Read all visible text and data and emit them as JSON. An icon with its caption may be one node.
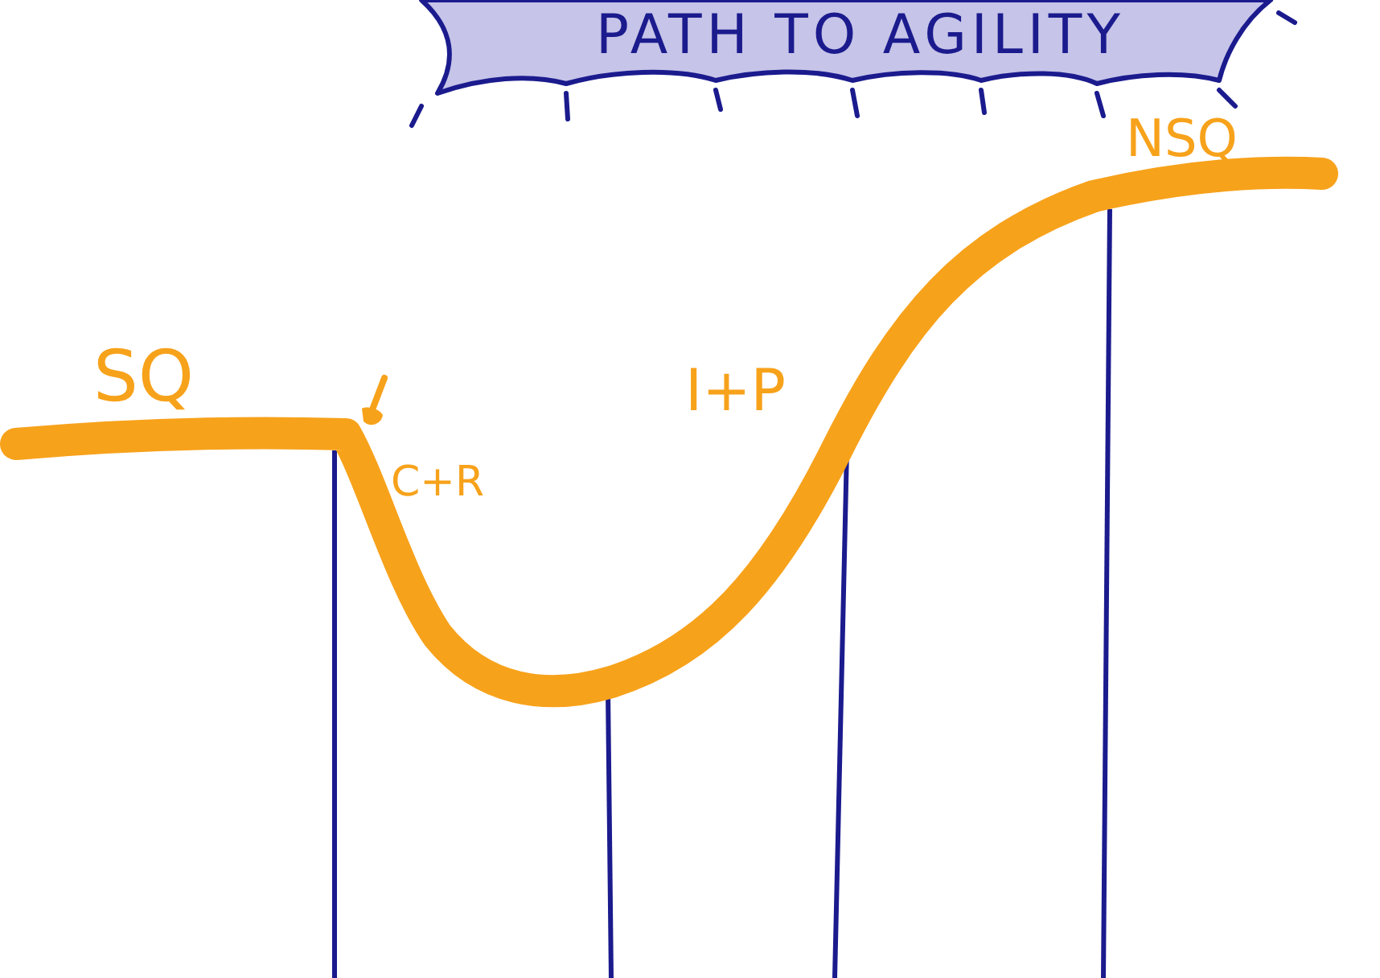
{
  "diagram": {
    "title": "PATH TO AGILITY",
    "labels": [
      "SQ",
      "C+R",
      "I+P",
      "NSQ"
    ]
  }
}
